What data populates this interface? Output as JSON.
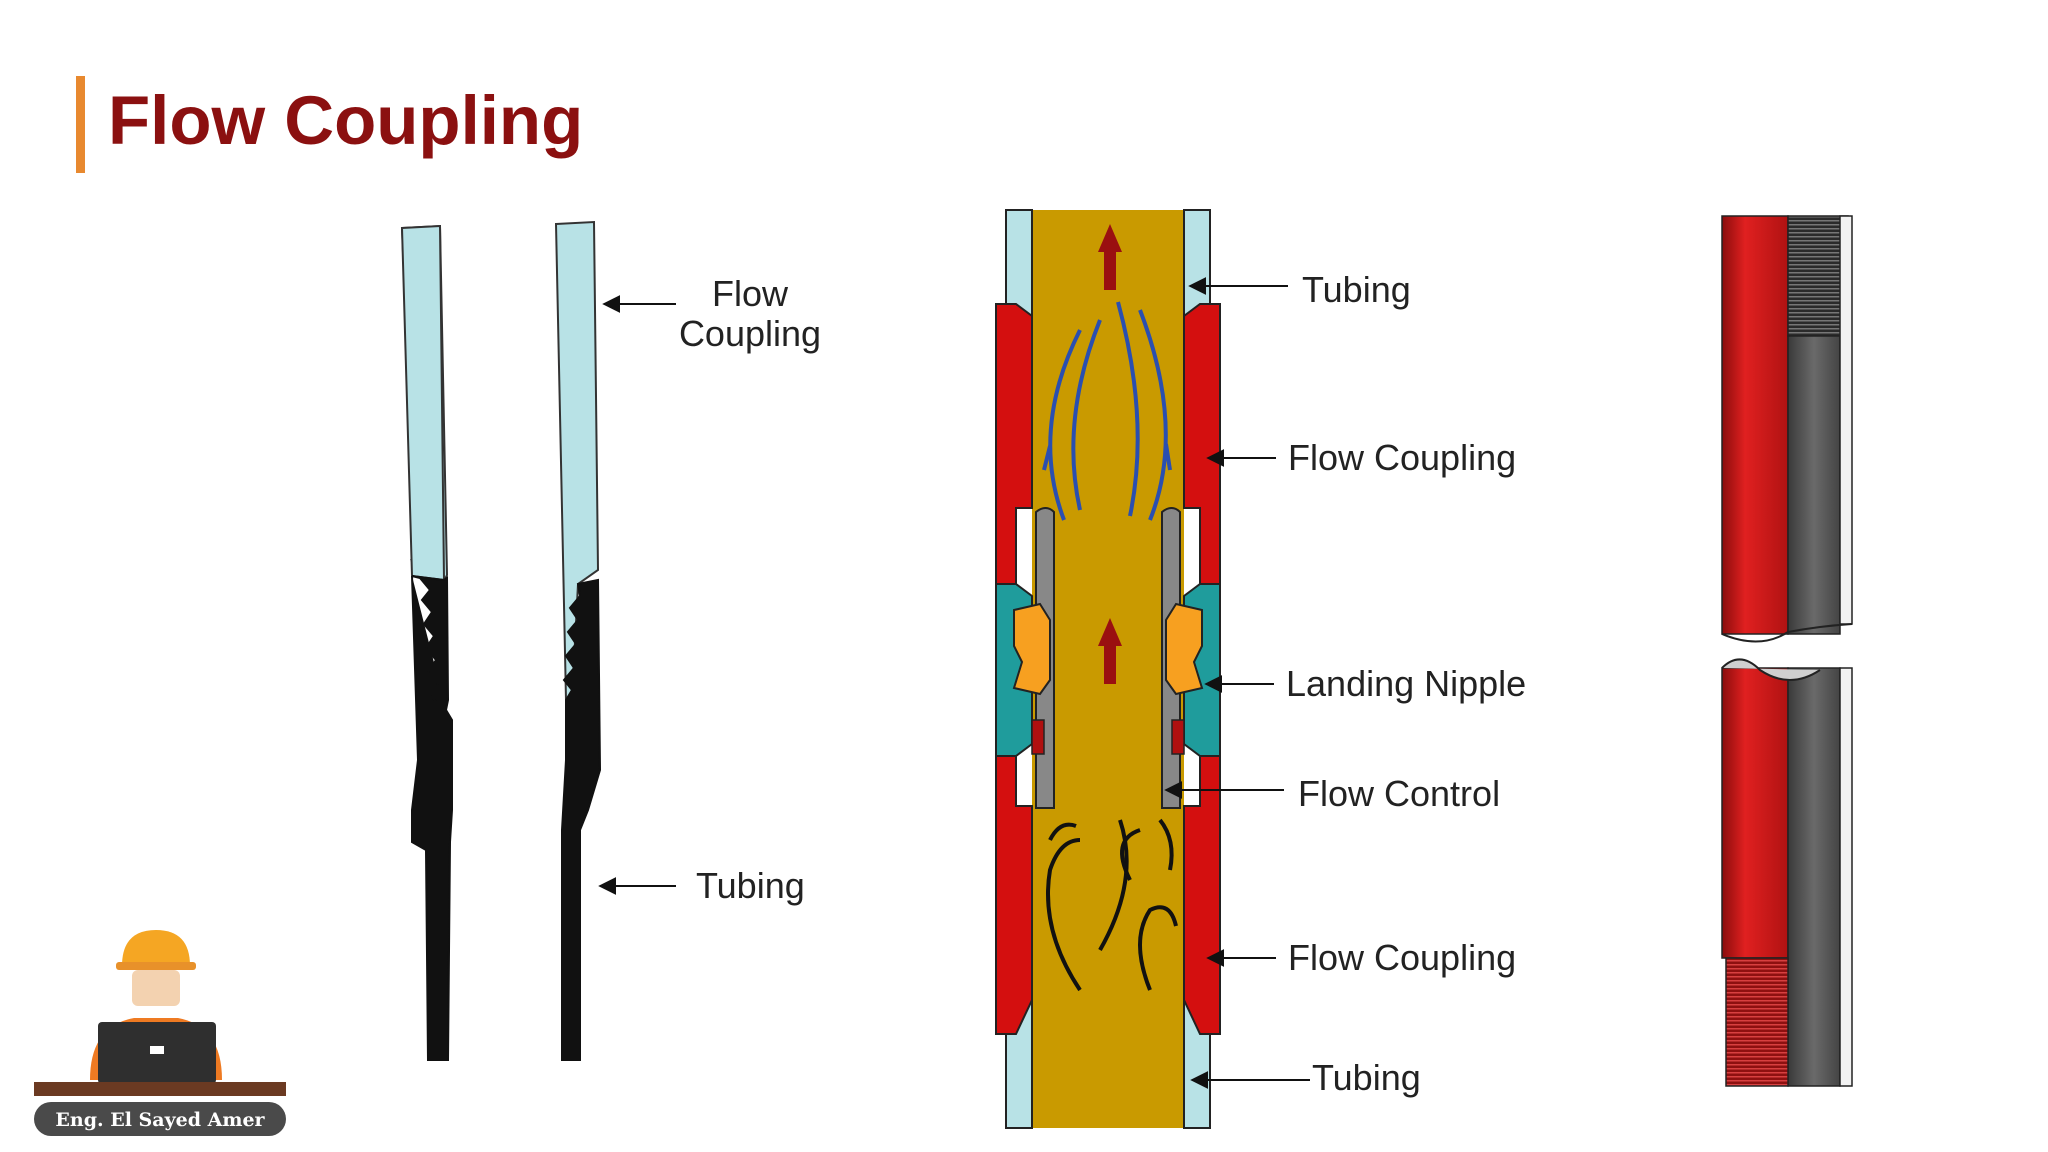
{
  "slide": {
    "title": "Flow Coupling",
    "accent_color": "#e8892f",
    "title_color": "#8b1010"
  },
  "left_diagram": {
    "label_flow_coupling_line1": "Flow",
    "label_flow_coupling_line2": "Coupling",
    "label_tubing": "Tubing"
  },
  "center_diagram": {
    "label_tubing_top": "Tubing",
    "label_flow_coupling_upper": "Flow Coupling",
    "label_landing_nipple": "Landing Nipple",
    "label_flow_control": "Flow Control",
    "label_flow_coupling_lower": "Flow Coupling",
    "label_tubing_bottom": "Tubing"
  },
  "presenter": {
    "name": "Eng. El Sayed Amer",
    "icon": "engineer-avatar-icon"
  }
}
